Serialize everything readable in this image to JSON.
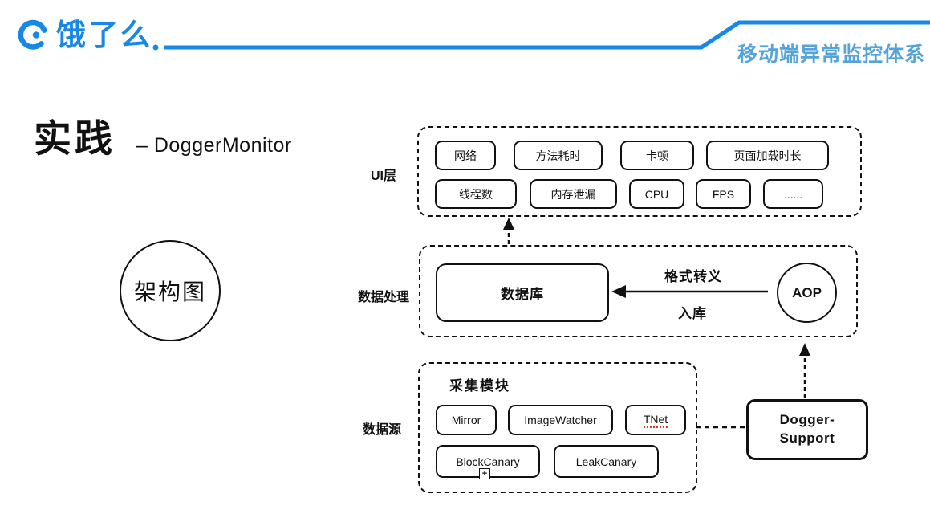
{
  "header": {
    "logo": "饿了么",
    "system_title": "移动端异常监控体系"
  },
  "title": {
    "main": "实践",
    "sub": "– DoggerMonitor"
  },
  "architecture_badge": "架构图",
  "ui_layer": {
    "label": "UI层",
    "row1": [
      "网络",
      "方法耗时",
      "卡顿",
      "页面加载时长"
    ],
    "row2": [
      "线程数",
      "内存泄漏",
      "CPU",
      "FPS",
      "......"
    ]
  },
  "data_processing": {
    "label": "数据处理",
    "database": "数据库",
    "aop": "AOP",
    "edge_label_top": "格式转义",
    "edge_label_bottom": "入库"
  },
  "data_source": {
    "label": "数据源",
    "module_title": "采集模块",
    "row1": [
      "Mirror",
      "ImageWatcher",
      "TNet"
    ],
    "row2": [
      "BlockCanary",
      "LeakCanary"
    ],
    "handle_glyph": "+"
  },
  "support_box": {
    "line1": "Dogger-",
    "line2": "Support"
  },
  "colors": {
    "brand_blue": "#1787e8",
    "header_title_blue": "#55a3db",
    "ink": "#111111",
    "spellcheck_red": "#d43b2f"
  }
}
